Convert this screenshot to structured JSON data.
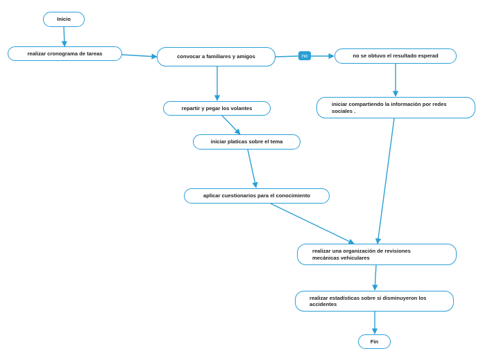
{
  "colors": {
    "accent": "#2a9fd6",
    "text": "#222222",
    "background": "#ffffff"
  },
  "nodes": {
    "inicio": "Inicio",
    "cronograma": "realizar cronograma de tareas",
    "convocar": "convocar a familiares y amigos",
    "no_resultado": "no se obtuvo el resultado esperad",
    "repartir": "repartir y pegar los volantes",
    "compartiendo": "iniciar compartiendo la información por redes sociales .",
    "platicas": "iniciar platicas sobre el tema",
    "cuestionarios": "aplicar cuestionarios para el conocimiento",
    "organizacion": "realizar una organización de revisiones mecánicas vehiculares",
    "estadisticas": "realizar estadísticas sobre si disminuyeron los accidentes",
    "fin": "Fin"
  },
  "labels": {
    "no": "no"
  }
}
